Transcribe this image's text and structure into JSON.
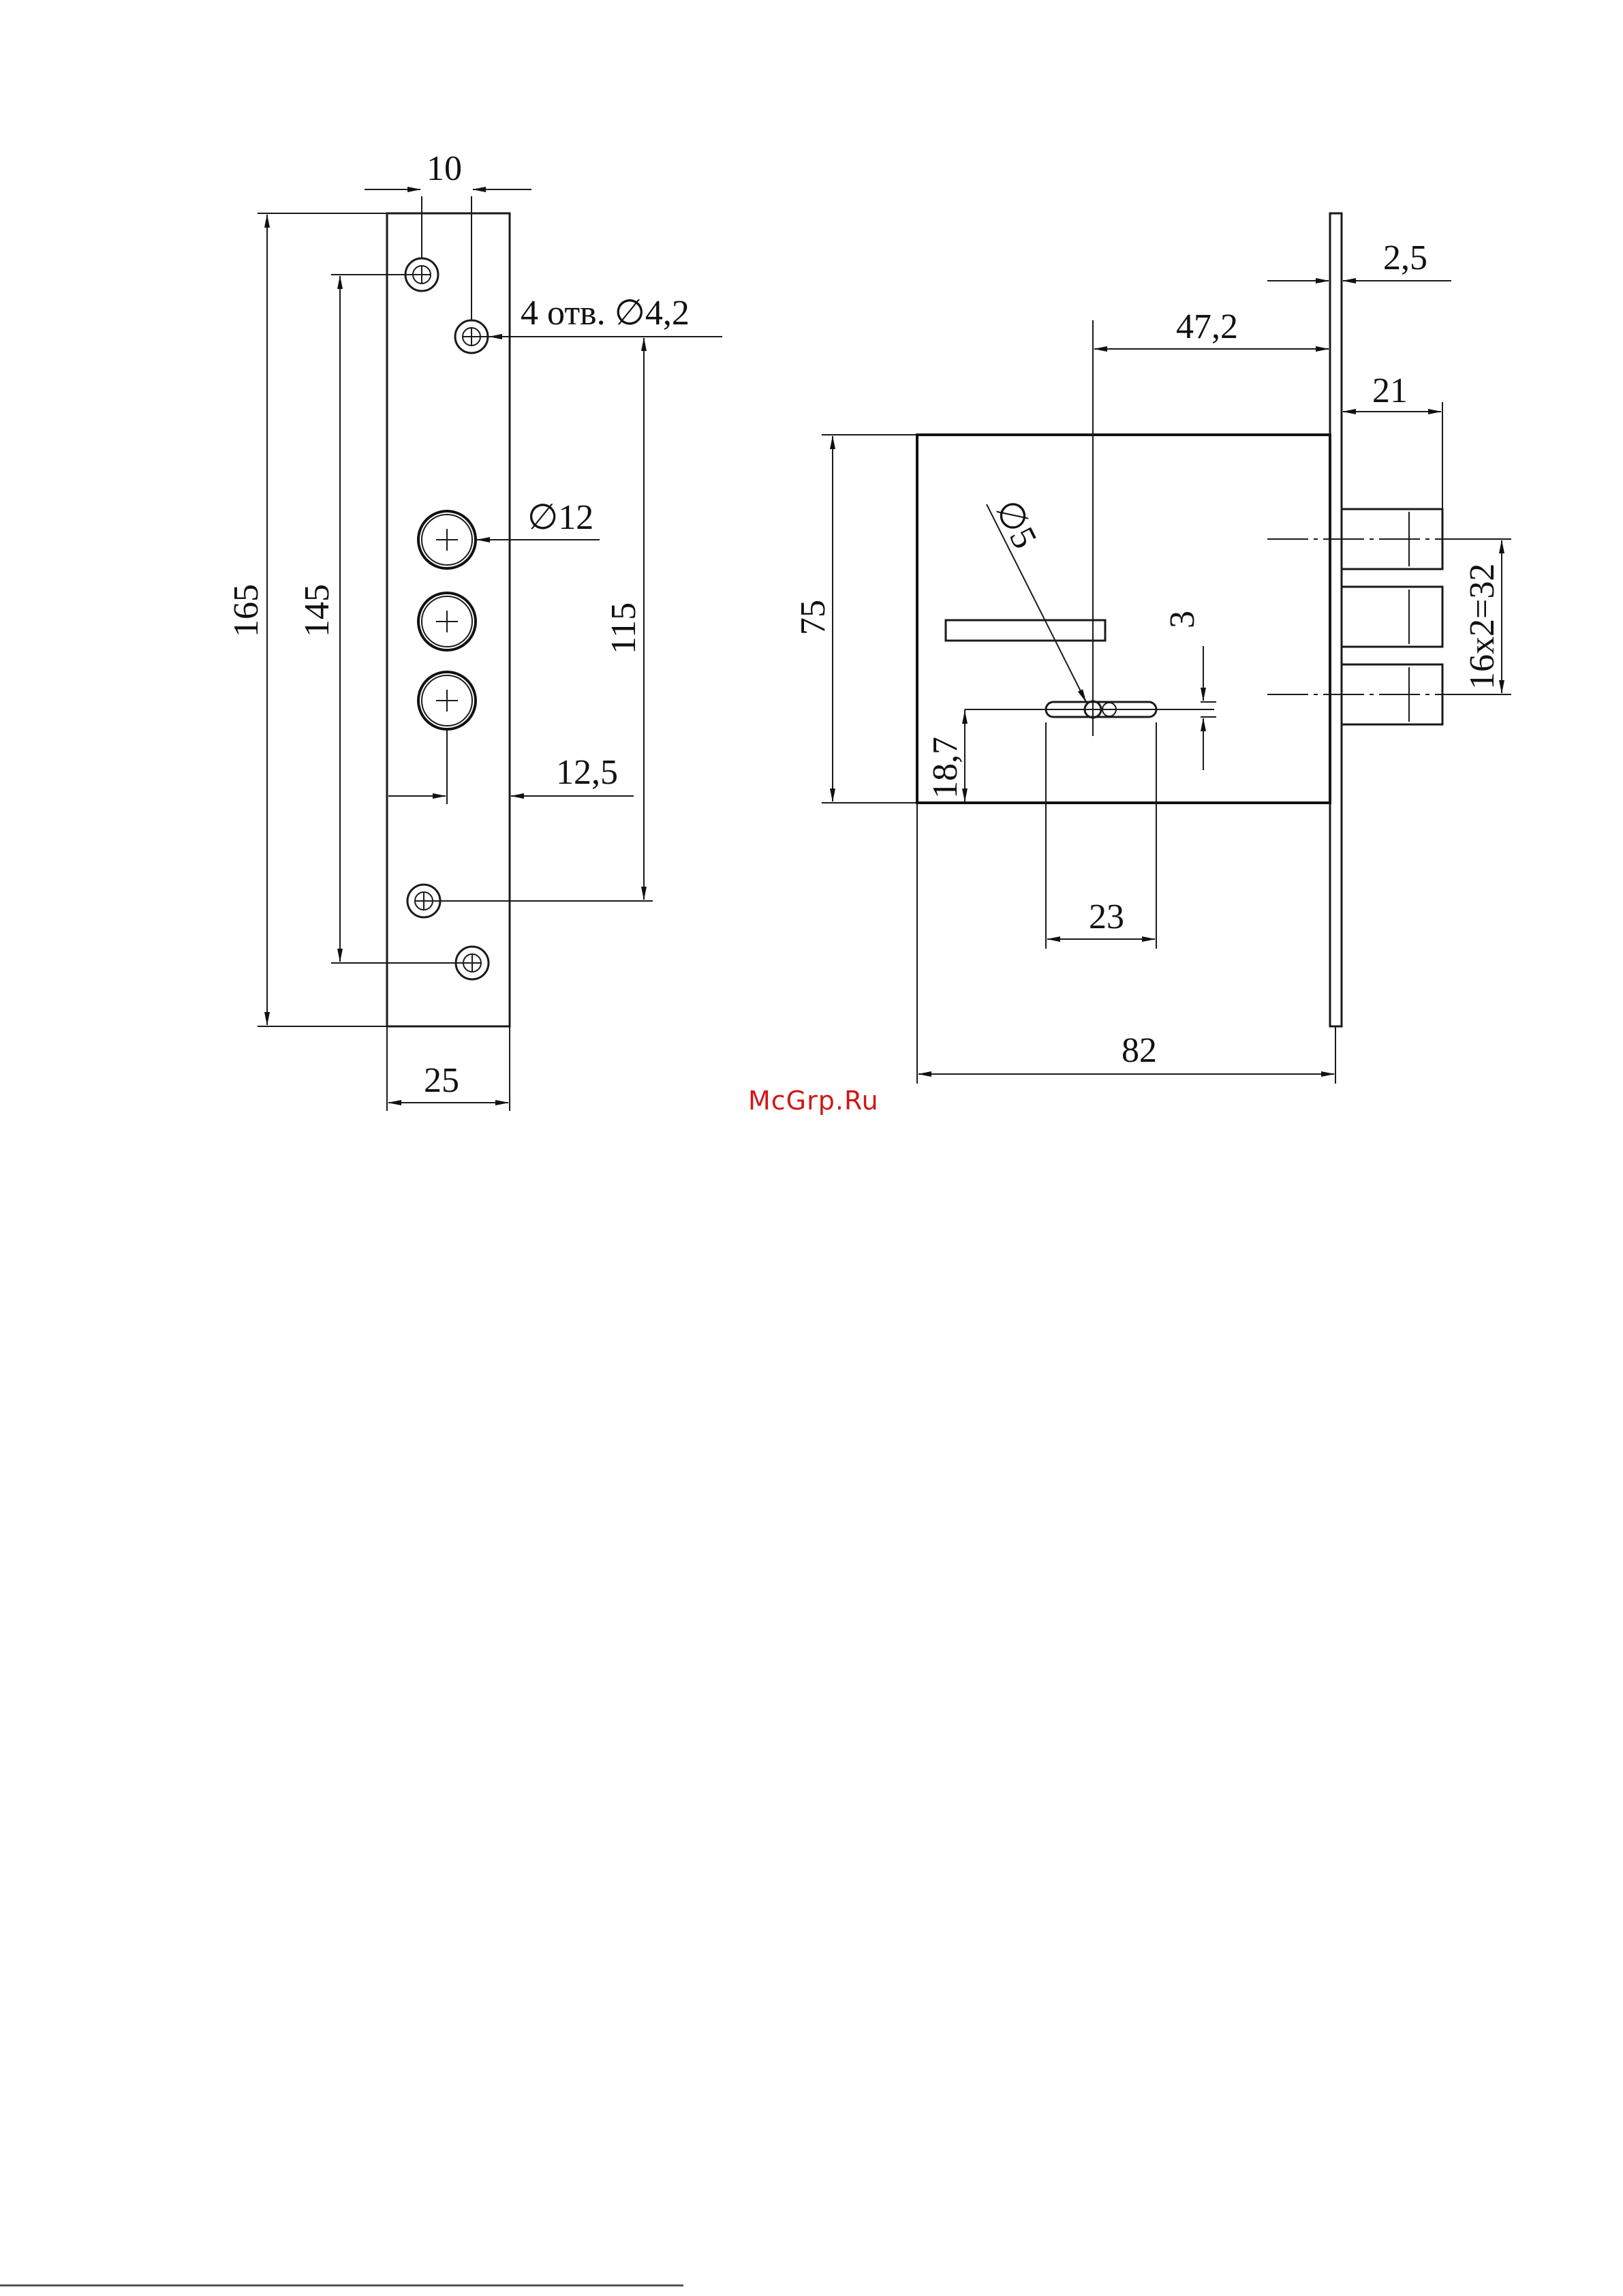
{
  "watermark": "McGrp.Ru",
  "colors": {
    "ink": "#111111",
    "watermark": "#d01818",
    "background": "#ffffff"
  },
  "front_view": {
    "dims": {
      "hole_offset": "10",
      "holes": "4 отв. ∅4,2",
      "bolt_dia": "∅12",
      "overall_height": "165",
      "hole_span_outer": "145",
      "hole_span_inner": "115",
      "bolt_offset": "12,5",
      "plate_width": "25"
    }
  },
  "side_view": {
    "dims": {
      "faceplate_thickness": "2,5",
      "backset": "47,2",
      "bolt_throw": "21",
      "body_height": "75",
      "pin_dia": "∅5",
      "dim_3": "3",
      "bolt_spacing": "16х2=32",
      "dim_18_7": "18,7",
      "key_width": "23",
      "body_depth": "82"
    }
  }
}
